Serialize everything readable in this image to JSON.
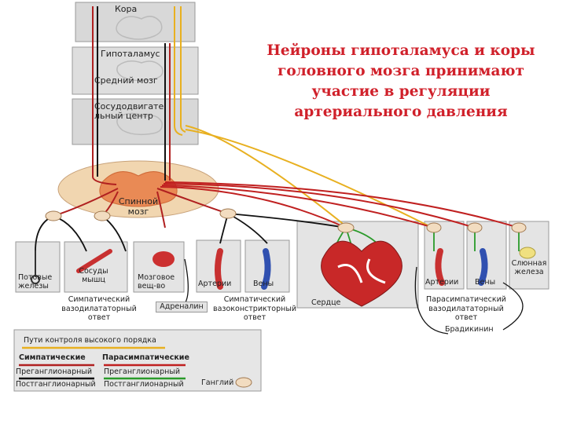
{
  "title": "Нейроны гипоталамуса и коры головного мозга принимают участие в регуляции артериального давления",
  "brain": {
    "cortex": "Кора",
    "hypothalamus": "Гипоталамус",
    "midbrain": "Средний мозг",
    "vasomotor_center": "Сосудодвигате льный центр",
    "spinal_cord": "Спинной мозг"
  },
  "targets": {
    "sweat_glands": "Потовые железы",
    "muscle_vessels": "Сосуды мышц",
    "adrenal_medulla": "Мозговое вещ-во",
    "adrenaline": "Адреналин",
    "arteries": "Артерии",
    "veins": "Вены",
    "heart": "Сердце",
    "arteries_2": "Артерии",
    "veins_2": "Вены",
    "salivary_gland": "Слюнная железа",
    "bradykinin": "Брадикинин"
  },
  "responses": {
    "symp_vasodilator": "Симпатический вазодилататорный ответ",
    "symp_vasoconstrictor": "Симпатический вазоконстрикторный ответ",
    "parasymp_vasodilator": "Парасимпатический вазодилататорный ответ"
  },
  "legend": {
    "higher_paths": "Пути контроля высокого порядка",
    "sympathetic": "Симпатические",
    "parasympathetic": "Парасимпатические",
    "preganglionic": "Преганглионарный",
    "postganglionic": "Постганглионарный",
    "preganglionic_2": "Преганглионарный",
    "postganglionic_2": "Постганглионарный",
    "ganglion": "Ганглий"
  },
  "colors": {
    "title": "#d0202a",
    "higher_order_path": "#e8b020",
    "sympathetic_pre": "#b02020",
    "sympathetic_post": "#111111",
    "parasympathetic_pre": "#c02020",
    "parasympathetic_post": "#2a9a2a",
    "ganglion_fill": "#f2dcc0",
    "artery": "#c83030",
    "vein": "#3050b0"
  }
}
